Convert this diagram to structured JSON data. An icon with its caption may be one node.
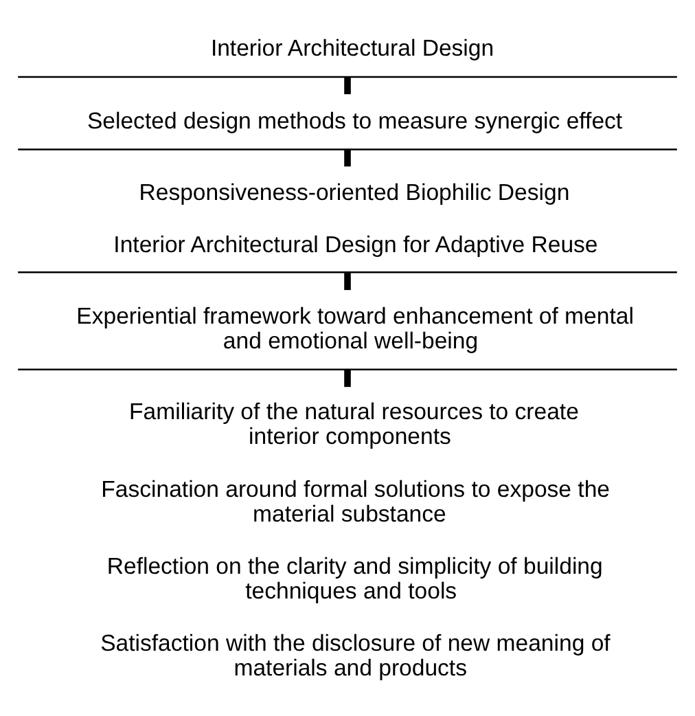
{
  "diagram": {
    "nodes": [
      {
        "text": [
          "Interior Architectural Design"
        ]
      },
      {
        "text": [
          "Selected design methods to measure synergic effect"
        ]
      },
      {
        "text": [
          "Responsiveness-oriented Biophilic Design",
          "Interior Architectural Design for Adaptive Reuse"
        ]
      },
      {
        "text": [
          "Experiential framework toward enhancement of mental and emotional well-being"
        ]
      },
      {
        "text": [
          "Familiarity of the natural resources to create interior components",
          "Fascination around formal solutions to expose the material substance",
          "Reflection on the clarity and simplicity of building techniques and tools",
          "Satisfaction with the disclosure of new meaning of materials and products"
        ]
      }
    ],
    "edges": [
      {
        "from": 0,
        "to": 1,
        "arrow": "none"
      },
      {
        "from": 1,
        "to": 2,
        "arrow": "none"
      },
      {
        "from": 2,
        "to": 3,
        "arrow": "none"
      },
      {
        "from": 3,
        "to": 4,
        "arrow": "none"
      }
    ]
  }
}
